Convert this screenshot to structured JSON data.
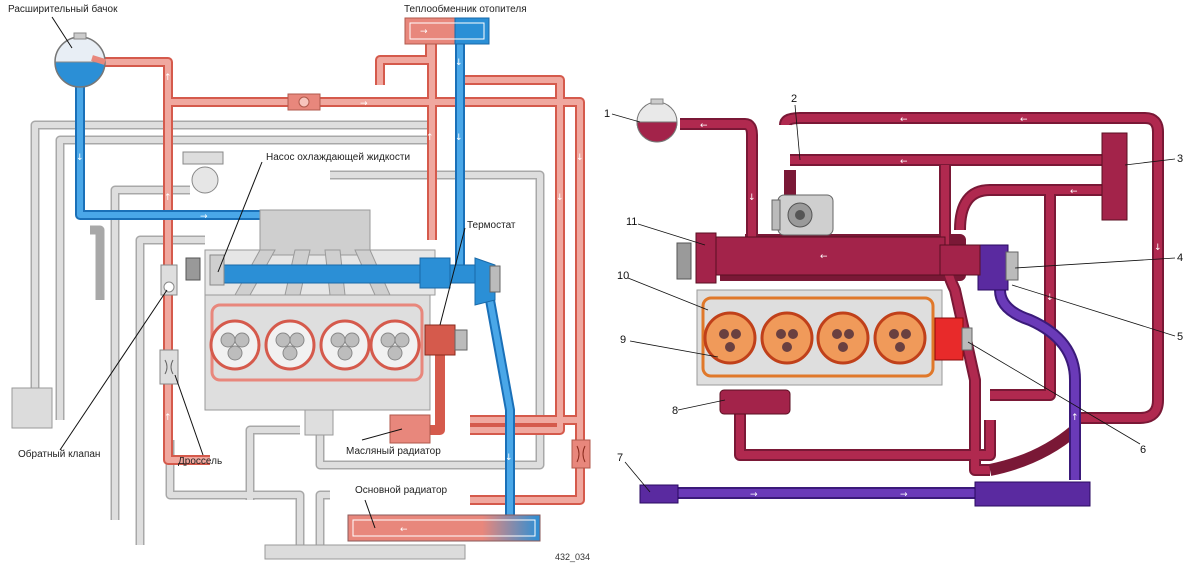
{
  "left_diagram": {
    "labels": {
      "expansion_tank": "Расширительный бачок",
      "heater_core": "Теплообменник отопителя",
      "coolant_pump": "Насос охлаждающей жидкости",
      "thermostat": "Термостат",
      "check_valve": "Обратный клапан",
      "throttle": "Дроссель",
      "oil_cooler": "Масляный радиатор",
      "main_radiator": "Основной радиатор"
    },
    "figure_code": "432_034"
  },
  "right_diagram": {
    "callouts": [
      "1",
      "2",
      "3",
      "4",
      "5",
      "6",
      "7",
      "8",
      "9",
      "10",
      "11"
    ]
  },
  "colors": {
    "hot": "#e8877c",
    "hot_dark": "#d55a4c",
    "cold": "#2b8fd6",
    "neutral_pipe": "#dcdcdc",
    "neutral_stroke": "#9a9a9a",
    "engine_block": "#dedede",
    "right_hot": "#a3234a",
    "right_cold": "#5a2aa0",
    "right_accent": "#e82a2a",
    "cylinder": "#f09a5a"
  }
}
